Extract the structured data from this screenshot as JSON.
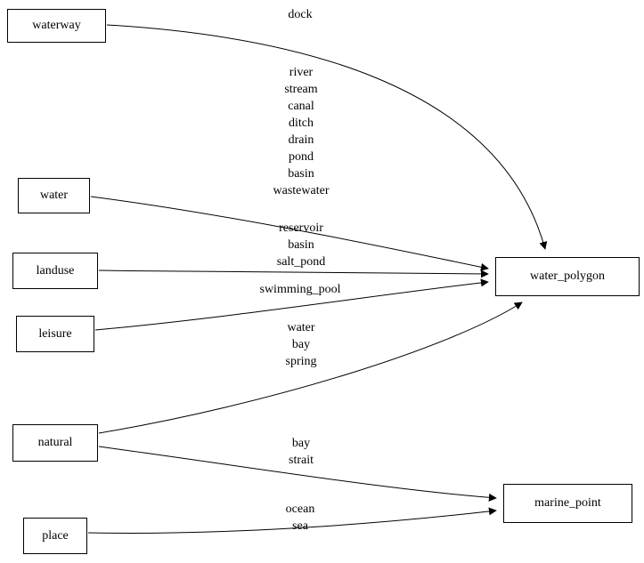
{
  "diagram": {
    "type": "directed-graph",
    "accent_color": "#000000",
    "background_color": "#ffffff"
  },
  "nodes": [
    {
      "id": "waterway",
      "label": "waterway"
    },
    {
      "id": "water",
      "label": "water"
    },
    {
      "id": "landuse",
      "label": "landuse"
    },
    {
      "id": "leisure",
      "label": "leisure"
    },
    {
      "id": "natural",
      "label": "natural"
    },
    {
      "id": "place",
      "label": "place"
    },
    {
      "id": "water_polygon",
      "label": "water_polygon"
    },
    {
      "id": "marine_point",
      "label": "marine_point"
    }
  ],
  "edges": [
    {
      "from": "waterway",
      "to": "water_polygon",
      "label": "dock"
    },
    {
      "from": "water",
      "to": "water_polygon",
      "label": "river\nstream\ncanal\nditch\ndrain\npond\nbasin\nwastewater"
    },
    {
      "from": "landuse",
      "to": "water_polygon",
      "label": "reservoir\nbasin\nsalt_pond"
    },
    {
      "from": "leisure",
      "to": "water_polygon",
      "label": "swimming_pool"
    },
    {
      "from": "natural",
      "to": "water_polygon",
      "label": "water\nbay\nspring"
    },
    {
      "from": "natural",
      "to": "marine_point",
      "label": "bay\nstrait"
    },
    {
      "from": "place",
      "to": "marine_point",
      "label": "ocean\nsea"
    }
  ]
}
